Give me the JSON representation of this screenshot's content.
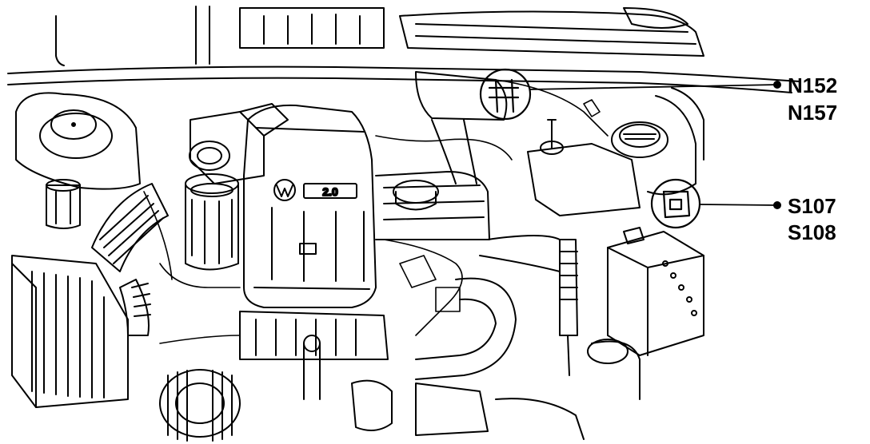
{
  "callouts": [
    {
      "id": "callout-1",
      "lines": [
        "N152",
        "N157"
      ]
    },
    {
      "id": "callout-2",
      "lines": [
        "S107",
        "S108"
      ]
    }
  ],
  "emblem": {
    "badge": "VW",
    "badge_text": "2.0"
  },
  "colors": {
    "ink": "#000000",
    "paper": "#ffffff"
  }
}
